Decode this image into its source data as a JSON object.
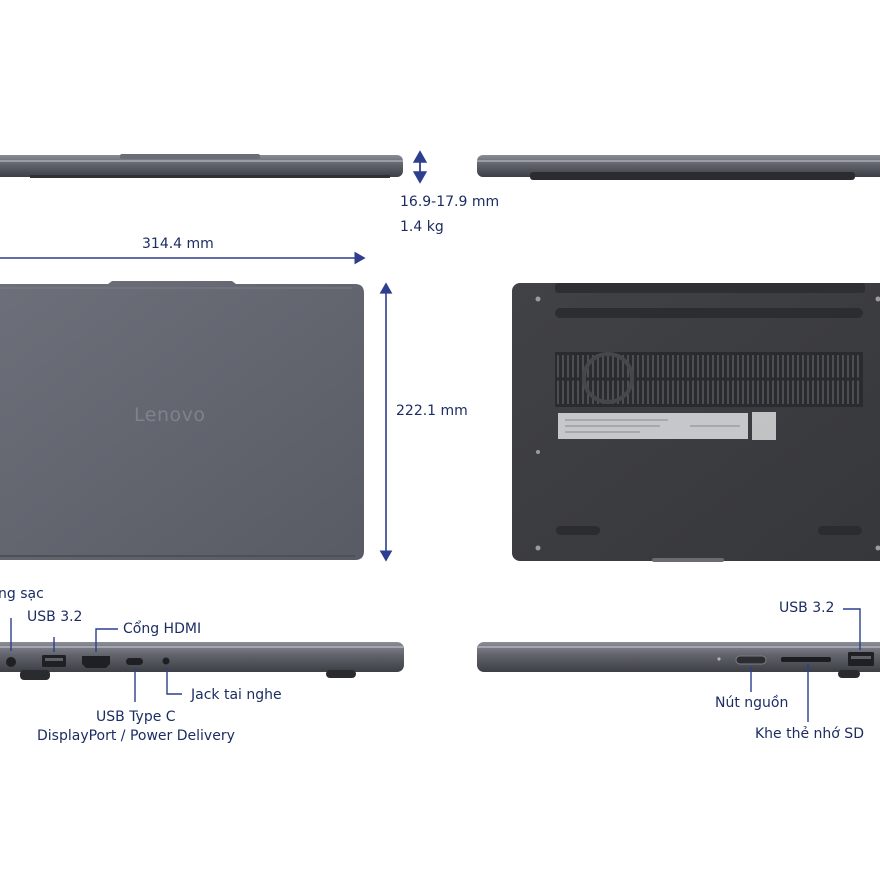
{
  "dimensions": {
    "thickness": "16.9-17.9 mm",
    "weight": "1.4 kg",
    "width": "314.4 mm",
    "depth": "222.1 mm"
  },
  "brand": {
    "logo_text": "Lenovo"
  },
  "ports_left": {
    "charging": "ng sạc",
    "usb": "USB 3.2",
    "hdmi": "Cổng HDMI",
    "audio_jack": "Jack tai nghe",
    "usb_c_line1": "USB Type C",
    "usb_c_line2": "DisplayPort / Power Delivery"
  },
  "ports_right": {
    "usb": "USB 3.2",
    "power_button": "Nút nguồn",
    "sd_slot": "Khe thẻ nhớ SD"
  },
  "colors": {
    "label": "#1c2d63",
    "arrow": "#2d3e8f",
    "chassis": "#5d6069",
    "chassis_dark": "#3b3d43",
    "bottom_case": "#3c3d41"
  }
}
